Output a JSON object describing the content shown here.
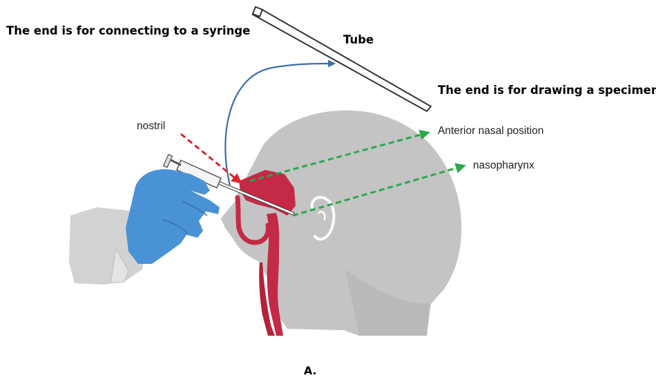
{
  "labels": {
    "syringe_end": "The end is for connecting to a syringe",
    "tube": "Tube",
    "specimen_end": "The end is for drawing a specimen",
    "nostril": "nostril",
    "anterior_nasal": "Anterior nasal position",
    "nasopharynx": "nasopharynx",
    "panel": "A."
  },
  "colors": {
    "head": "#c4c4c4",
    "arm": "#d2d2d2",
    "tissue": "#c42a45",
    "glove": "#4a92d6",
    "green_arrow": "#2aa84a",
    "red_arrow": "#d6282b",
    "blue_arrow": "#3a6ea6"
  }
}
